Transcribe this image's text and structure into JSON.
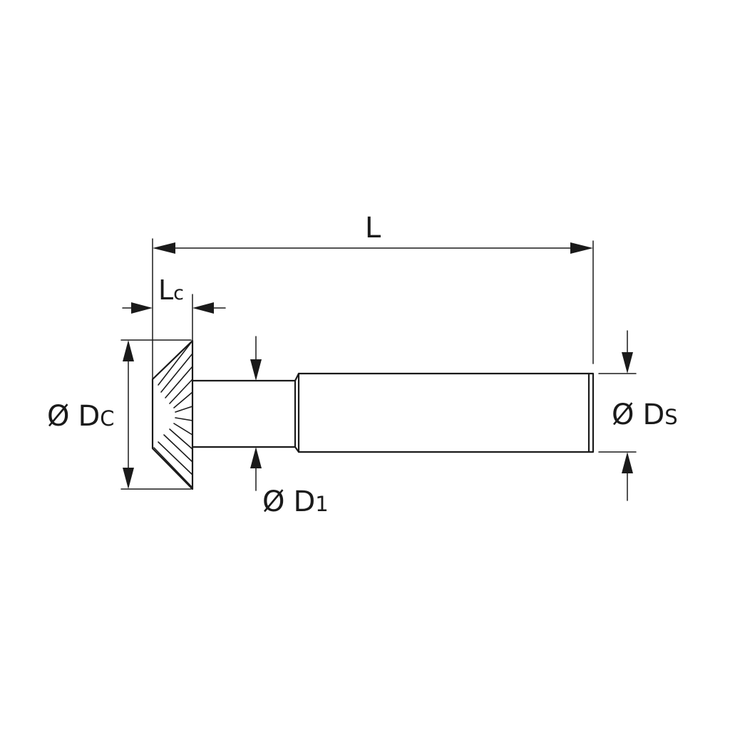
{
  "colors": {
    "line": "#1a1a1a",
    "background": "#ffffff"
  },
  "dimensions": {
    "overall_length": {
      "main": "L"
    },
    "cutting_length": {
      "main": "L",
      "sub": "c"
    },
    "cutter_diameter": {
      "symbol": "Ø",
      "main": "D",
      "sub": "C"
    },
    "neck_diameter": {
      "symbol": "Ø",
      "main": "D",
      "sub": "1"
    },
    "shank_diameter": {
      "symbol": "Ø",
      "main": "D",
      "sub": "S"
    }
  }
}
